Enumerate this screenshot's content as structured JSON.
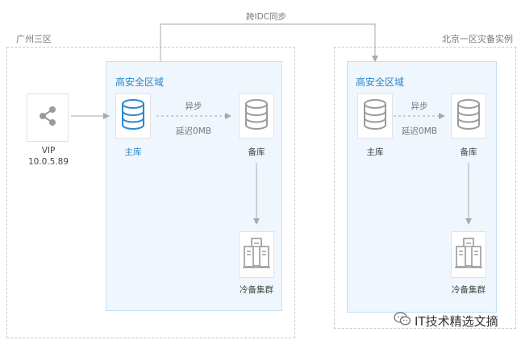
{
  "regions": {
    "left_label": "广州三区",
    "right_label": "北京一区灾备实例"
  },
  "sync_label": "跨IDC同步",
  "left_zone": {
    "title": "高安全区域",
    "primary_label": "主库",
    "standby_label": "备库",
    "cold_label": "冷备集群",
    "async_label": "异步",
    "latency_label": "延迟0MB"
  },
  "right_zone": {
    "title": "高安全区域",
    "primary_label": "主库",
    "standby_label": "备库",
    "cold_label": "冷备集群",
    "async_label": "异步",
    "latency_label": "延迟0MB"
  },
  "vip": {
    "label": "VIP",
    "address": "10.0.5.89"
  },
  "watermark": "IT技术精选文摘",
  "colors": {
    "accent_blue": "#2b88c8",
    "zone_fill": "#eff6fd",
    "zone_border": "#c4dff5",
    "icon_gray": "#9a9a9a",
    "arrow_gray": "#a9a9a9"
  },
  "icons": {
    "vip": "share-icon",
    "database": "database-icon",
    "cluster": "server-cluster-icon",
    "watermark": "wechat-icon"
  }
}
